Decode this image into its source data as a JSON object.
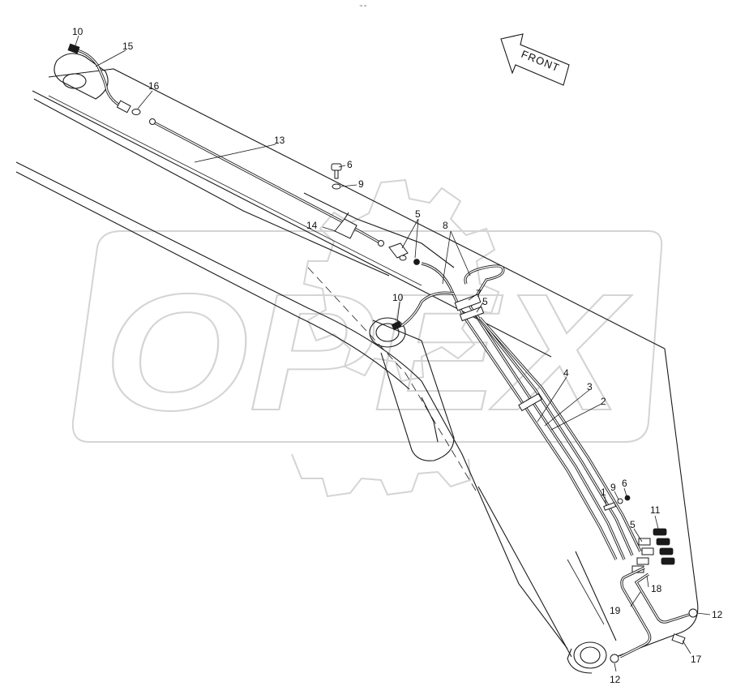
{
  "header_code": "™ ™",
  "watermark": {
    "text": "OPEX"
  },
  "direction_arrow": {
    "label": "FRONT"
  },
  "callouts": [
    {
      "id": "c10a",
      "label": "10"
    },
    {
      "id": "c15",
      "label": "15"
    },
    {
      "id": "c16",
      "label": "16"
    },
    {
      "id": "c13",
      "label": "13"
    },
    {
      "id": "c6a",
      "label": "6"
    },
    {
      "id": "c9a",
      "label": "9"
    },
    {
      "id": "c14",
      "label": "14"
    },
    {
      "id": "c5a",
      "label": "5"
    },
    {
      "id": "c8",
      "label": "8"
    },
    {
      "id": "c7",
      "label": "7"
    },
    {
      "id": "c5b",
      "label": "5"
    },
    {
      "id": "c10b",
      "label": "10"
    },
    {
      "id": "c4",
      "label": "4"
    },
    {
      "id": "c3",
      "label": "3"
    },
    {
      "id": "c2",
      "label": "2"
    },
    {
      "id": "c1",
      "label": "1"
    },
    {
      "id": "c9b",
      "label": "9"
    },
    {
      "id": "c6b",
      "label": "6"
    },
    {
      "id": "c11",
      "label": "11"
    },
    {
      "id": "c5c",
      "label": "5"
    },
    {
      "id": "c18",
      "label": "18"
    },
    {
      "id": "c19",
      "label": "19"
    },
    {
      "id": "c12a",
      "label": "12"
    },
    {
      "id": "c17",
      "label": "17"
    },
    {
      "id": "c12b",
      "label": "12"
    }
  ]
}
